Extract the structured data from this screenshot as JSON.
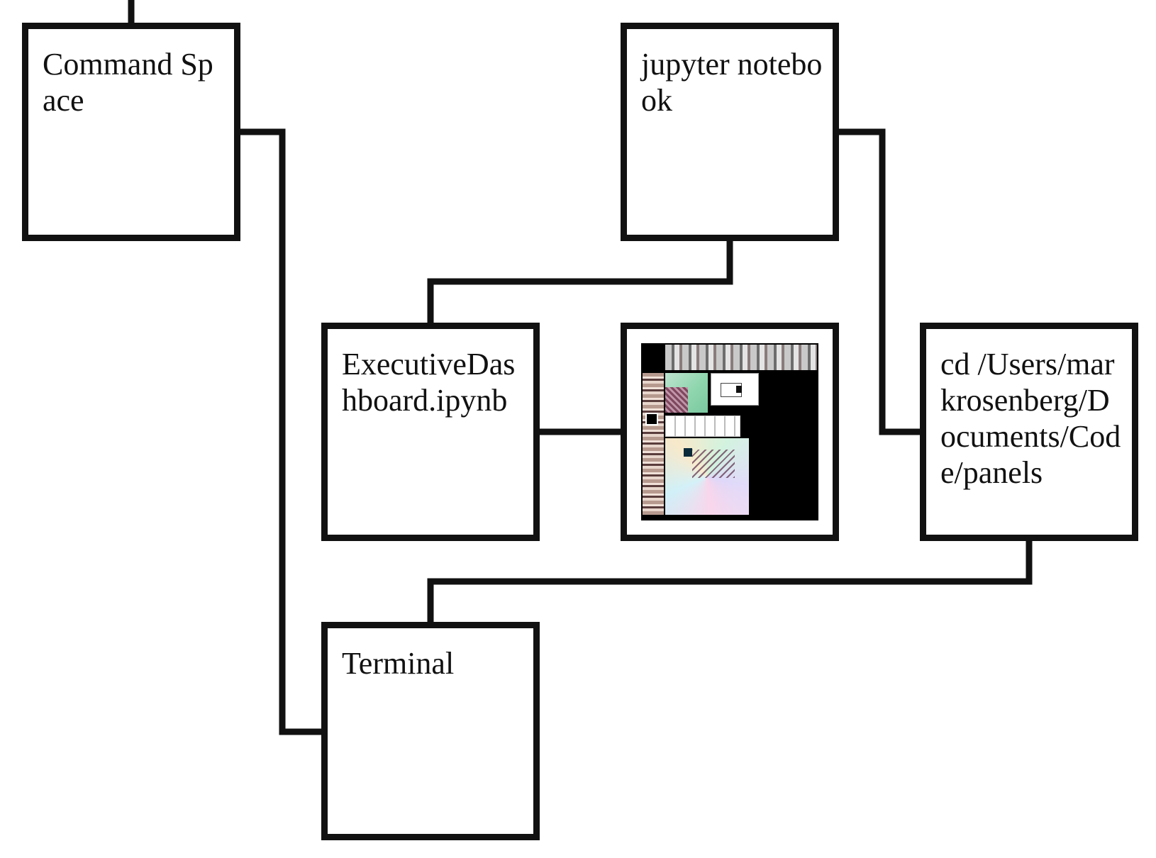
{
  "nodes": {
    "command_space": {
      "label": "Command Space"
    },
    "jupyter": {
      "label": "jupyter notebook"
    },
    "executive_dashboard": {
      "label": "ExecutiveDashboard.ipynb"
    },
    "thumbnail": {
      "label": ""
    },
    "cd_path": {
      "label": "cd /Users/markrosenberg/Documents/Code/panels"
    },
    "terminal": {
      "label": "Terminal"
    }
  },
  "edges": [
    {
      "from": "command_space",
      "to": "terminal"
    },
    {
      "from": "jupyter",
      "to": "executive_dashboard"
    },
    {
      "from": "jupyter",
      "to": "cd_path"
    },
    {
      "from": "executive_dashboard",
      "to": "thumbnail"
    },
    {
      "from": "cd_path",
      "to": "terminal"
    }
  ],
  "colors": {
    "line": "#111111",
    "node_border": "#111111",
    "background": "#ffffff"
  }
}
